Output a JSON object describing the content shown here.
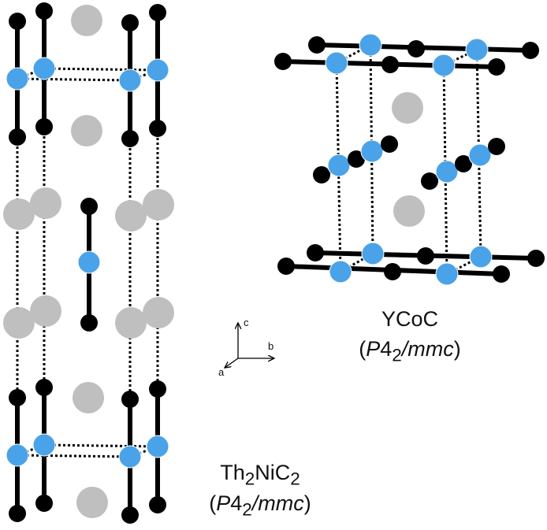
{
  "colors": {
    "carbon": "#000000",
    "metal": "#4aa3e8",
    "rare_earth": "#bfbfbf"
  },
  "structures": [
    {
      "formula_base": "Th",
      "formula_sub1": "2",
      "formula_mid": "NiC",
      "formula_sub2": "2",
      "sg_open": "(",
      "sg_p": "P",
      "sg_4": "4",
      "sg_sub": "2",
      "sg_rest": "/mmc",
      "sg_close": ")"
    },
    {
      "formula": "YCoC",
      "sg_open": "(",
      "sg_p": "P",
      "sg_4": "4",
      "sg_sub": "2",
      "sg_rest": "/mmc",
      "sg_close": ")"
    }
  ],
  "axes": {
    "c": "c",
    "b": "b",
    "a": "a"
  }
}
